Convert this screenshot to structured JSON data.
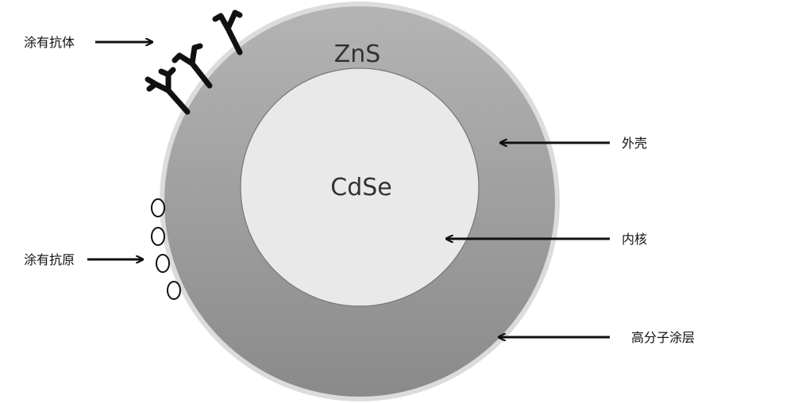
{
  "diagram": {
    "shell_label": "ZnS",
    "core_label": "CdSe",
    "annotations": {
      "antibody_coating": "涂有抗体",
      "antigen_coating": "涂有抗原",
      "outer_shell": "外壳",
      "inner_core": "内核",
      "polymer_coating": "高分子涂层"
    },
    "colors": {
      "polymer_layer": "#dcdcdc",
      "shell_top": "#b4b4b4",
      "shell_bottom": "#8a8a8a",
      "core": "#e9e9e9",
      "ink": "#111111"
    },
    "icons": [
      "antibody-icon",
      "antigen-icon",
      "arrow-icon"
    ]
  }
}
